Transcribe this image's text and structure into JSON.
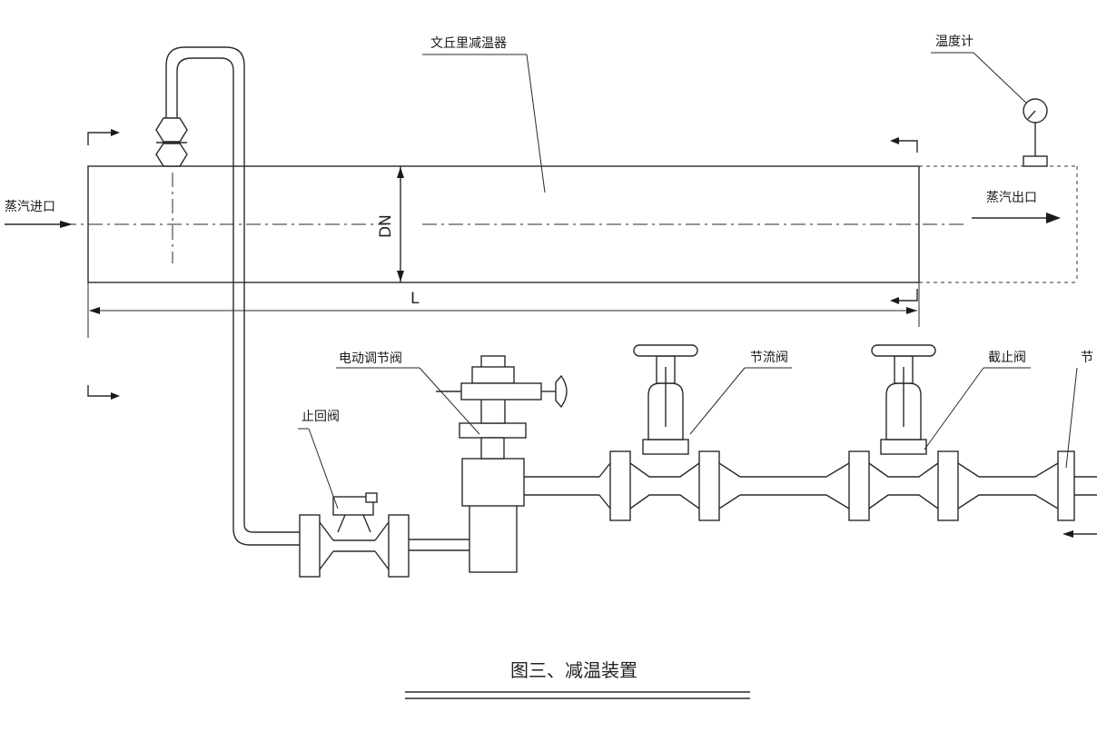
{
  "labels": {
    "venturi": "文丘里减温器",
    "thermometer": "温度计",
    "steam_inlet": "蒸汽进口",
    "steam_outlet": "蒸汽出口",
    "dn": "DN",
    "length": "L",
    "electric_valve": "电动调节阀",
    "check_valve": "止回阀",
    "throttle_valve": "节流阀",
    "stop_valve": "截止阀",
    "right_edge_label": "节"
  },
  "caption": "图三、减温装置"
}
